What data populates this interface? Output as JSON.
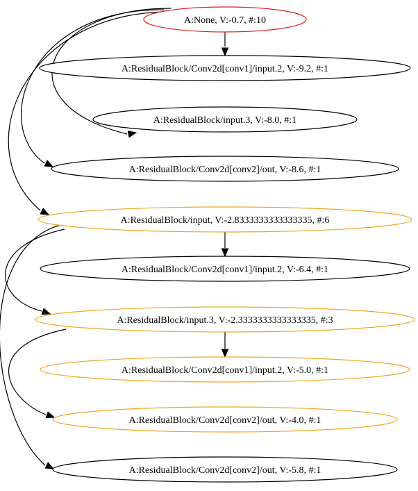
{
  "colors": {
    "root": "#e0201b",
    "highlight": "#f2a51f",
    "default": "#000000",
    "text": "#000000",
    "edge": "#000000"
  },
  "nodes": [
    {
      "id": "n0",
      "label": "A:None, V:-0.7, #:10",
      "status": "root"
    },
    {
      "id": "n1",
      "label": "A:ResidualBlock/Conv2d[conv1]/input.2, V:-9.2, #:1",
      "status": "default"
    },
    {
      "id": "n2",
      "label": "A:ResidualBlock/input.3, V:-8.0, #:1",
      "status": "default"
    },
    {
      "id": "n3",
      "label": "A:ResidualBlock/Conv2d[conv2]/out, V:-8.6, #:1",
      "status": "default"
    },
    {
      "id": "n4",
      "label": "A:ResidualBlock/input, V:-2.8333333333333335, #:6",
      "status": "highlight"
    },
    {
      "id": "n5",
      "label": "A:ResidualBlock/Conv2d[conv1]/input.2, V:-6.4, #:1",
      "status": "default"
    },
    {
      "id": "n6",
      "label": "A:ResidualBlock/input.3, V:-2.3333333333333335, #:3",
      "status": "highlight"
    },
    {
      "id": "n7",
      "label": "A:ResidualBlock/Conv2d[conv1]/input.2, V:-5.0, #:1",
      "status": "highlight"
    },
    {
      "id": "n8",
      "label": "A:ResidualBlock/Conv2d[conv2]/out, V:-4.0, #:1",
      "status": "highlight"
    },
    {
      "id": "n9",
      "label": "A:ResidualBlock/Conv2d[conv2]/out, V:-5.8, #:1",
      "status": "default"
    }
  ],
  "edges": [
    {
      "from": "n0",
      "to": "n1"
    },
    {
      "from": "n0",
      "to": "n2"
    },
    {
      "from": "n0",
      "to": "n3"
    },
    {
      "from": "n0",
      "to": "n4"
    },
    {
      "from": "n4",
      "to": "n5"
    },
    {
      "from": "n4",
      "to": "n6"
    },
    {
      "from": "n4",
      "to": "n9"
    },
    {
      "from": "n6",
      "to": "n7"
    },
    {
      "from": "n6",
      "to": "n8"
    }
  ]
}
